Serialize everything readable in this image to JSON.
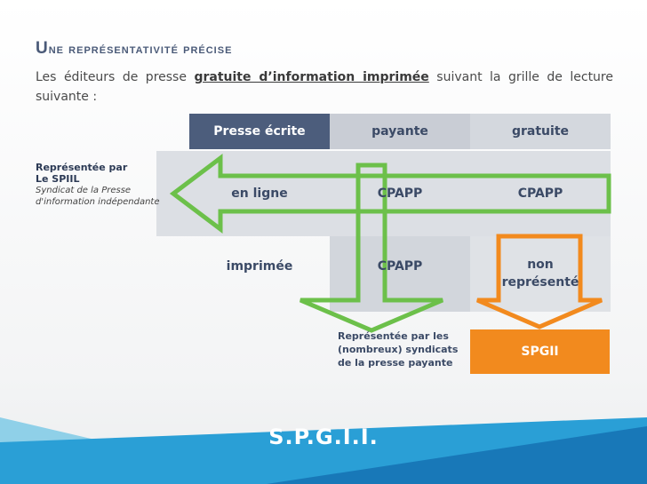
{
  "slide": {
    "title_first": "U",
    "title_rest": "ne représentativité précise",
    "intro_before": "Les éditeurs de presse ",
    "intro_highlight": "gratuite d’information imprimée",
    "intro_after": " suivant la grille de lecture suivante :",
    "brand": "S.P.G.I.I."
  },
  "grid": {
    "header": [
      "Presse écrite",
      "payante",
      "gratuite"
    ],
    "row_online": [
      "en ligne",
      "CPAPP",
      "CPAPP"
    ],
    "row_print": [
      "imprimée",
      "CPAPP",
      "non représenté"
    ]
  },
  "left_label": {
    "line1": "Représentée par",
    "line2": "Le SPIIL",
    "line3": "Syndicat de la Presse",
    "line4": "d'information indépendante"
  },
  "bottom": {
    "paid_text": "Représentée par les (nombreux) syndicats de la presse payante",
    "spgii": "SPGII"
  },
  "colors": {
    "header_bg": "#4c5d7c",
    "arrow_green": "#6cc04a",
    "arrow_orange": "#f28a1e",
    "footer_blue": "#1e8fc8"
  }
}
